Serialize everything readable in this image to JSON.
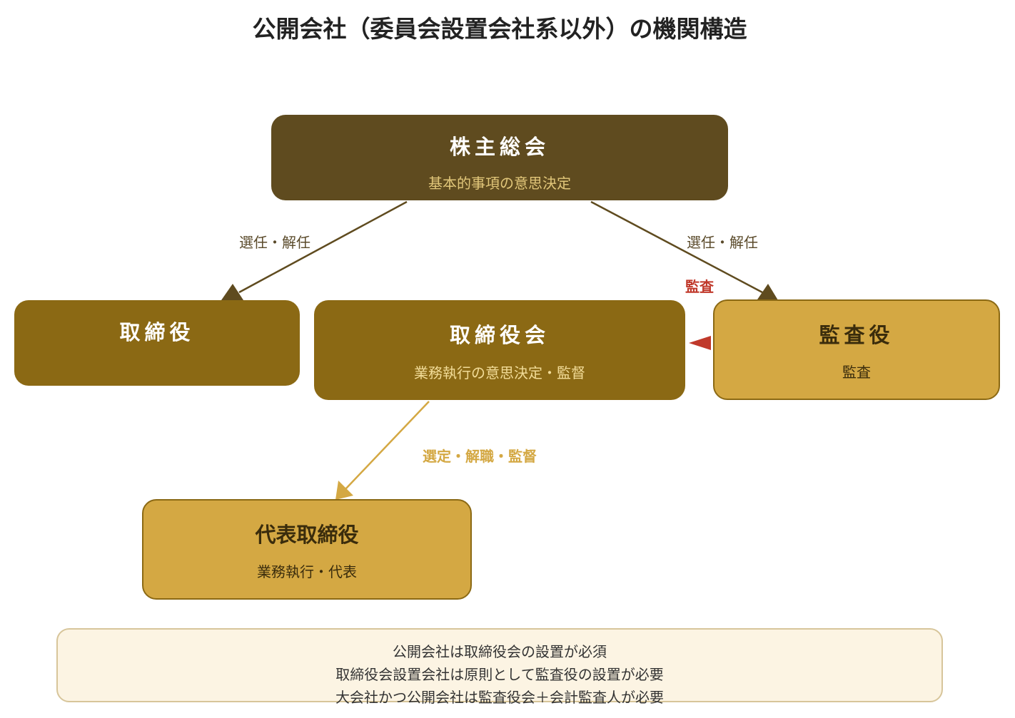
{
  "title": "公開会社（委員会設置会社系以外）の機関構造",
  "nodes": {
    "shareholders": {
      "name": "株主総会",
      "desc": "基本的事項の意思決定"
    },
    "director": {
      "name": "取締役"
    },
    "board": {
      "name": "取締役会",
      "desc": "業務執行の意思決定・監督"
    },
    "auditor": {
      "name": "監査役",
      "desc": "監査"
    },
    "representative": {
      "name": "代表取締役",
      "desc": "業務執行・代表"
    }
  },
  "edges": {
    "elect_director": "選任・解任",
    "elect_auditor": "選任・解任",
    "audit": "監査",
    "select_rep": "選定・解職・監督"
  },
  "colors": {
    "dark_brown": "#5f4b1f",
    "brown": "#8b6914",
    "gold": "#d4a843",
    "audit_red": "#c0392b",
    "note_bg": "#fcf4e3"
  },
  "notes": [
    "公開会社は取締役会の設置が必須",
    "取締役会設置会社は原則として監査役の設置が必要",
    "大会社かつ公開会社は監査役会＋会計監査人が必要"
  ]
}
